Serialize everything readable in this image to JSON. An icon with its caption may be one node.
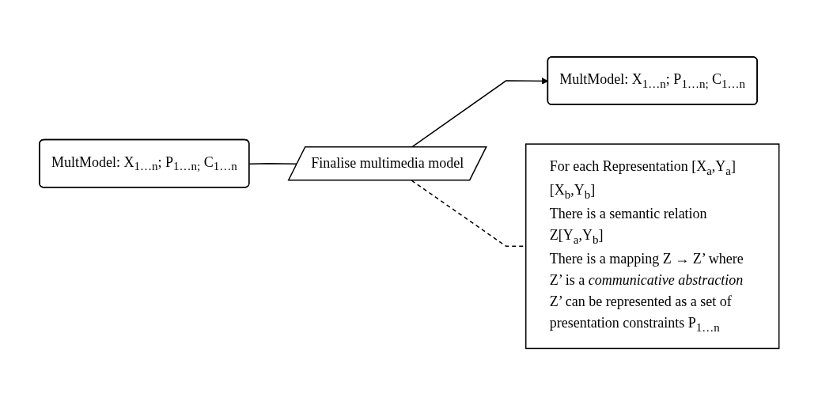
{
  "diagram": {
    "nodes": [
      {
        "text": [
          "MultModel: X$_{1…n}$; P$_{1…n;}$ C$_{1…n}$"
        ]
      },
      {
        "text": [
          "Finalise multimedia model"
        ]
      },
      {
        "text": [
          "MultModel: X$_{1…n}$; P$_{1…n;}$ C$_{1…n}$"
        ]
      },
      {
        "text": [
          "For each Representation [X$_{a}$,Y$_{a}$][X$_{b}$,Y$_{b}$]",
          "There is a semantic relation Z[Y$_{a}$,Y$_{b}$]",
          "There is a mapping Z → Z’ where Z’ is a *communicative abstraction*",
          "Z’ can be represented as a set of presentation constraints P$_{1…n}$"
        ]
      }
    ],
    "edges": [
      {
        "from": 0,
        "to": 1,
        "arrow": "none"
      },
      {
        "from": 1,
        "to": 2,
        "arrow": "to"
      },
      {
        "from": 1,
        "to": 3,
        "arrow": "none",
        "style": "dashed"
      }
    ]
  }
}
